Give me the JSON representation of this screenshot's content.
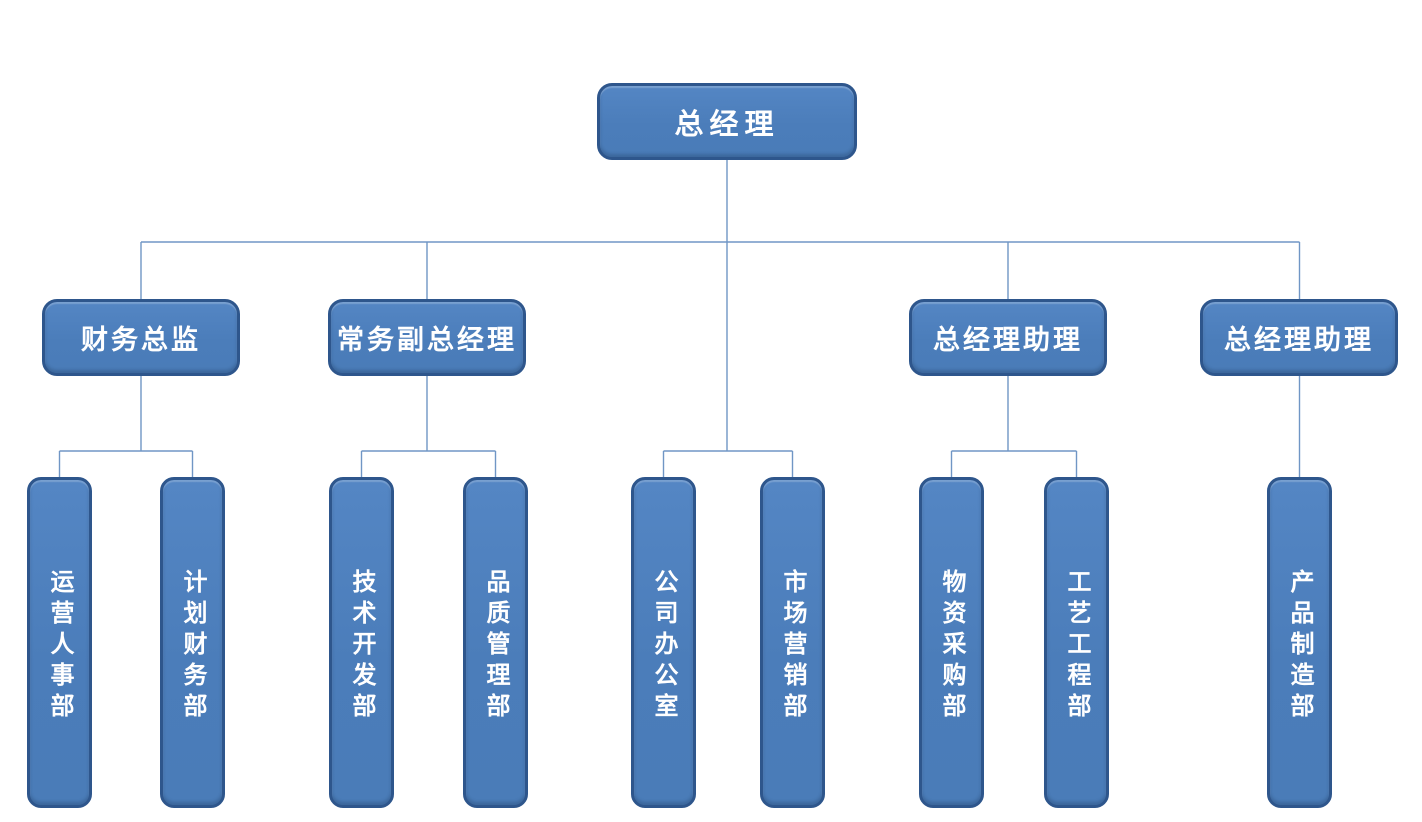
{
  "diagram": {
    "type": "org-chart",
    "background": "#ffffff",
    "colors": {
      "node_fill": "#4d80bc",
      "node_border": "#2e568c",
      "node_text": "#ffffff",
      "connector": "#7096c5"
    },
    "root": {
      "label": "总经理"
    },
    "managers": [
      {
        "label": "财务总监",
        "reports_to": "总经理"
      },
      {
        "label": "常务副总经理",
        "reports_to": "总经理"
      },
      {
        "label": "总经理助理",
        "reports_to": "总经理"
      },
      {
        "label": "总经理助理",
        "reports_to": "总经理"
      }
    ],
    "departments": [
      {
        "label": "运营人事部",
        "reports_to": "财务总监"
      },
      {
        "label": "计划财务部",
        "reports_to": "财务总监"
      },
      {
        "label": "技术开发部",
        "reports_to": "常务副总经理"
      },
      {
        "label": "品质管理部",
        "reports_to": "常务副总经理"
      },
      {
        "label": "公司办公室",
        "reports_to": "总经理"
      },
      {
        "label": "市场营销部",
        "reports_to": "总经理"
      },
      {
        "label": "物资采购部",
        "reports_to": "总经理助理"
      },
      {
        "label": "工艺工程部",
        "reports_to": "总经理助理"
      },
      {
        "label": "产品制造部",
        "reports_to": "总经理助理"
      }
    ]
  }
}
